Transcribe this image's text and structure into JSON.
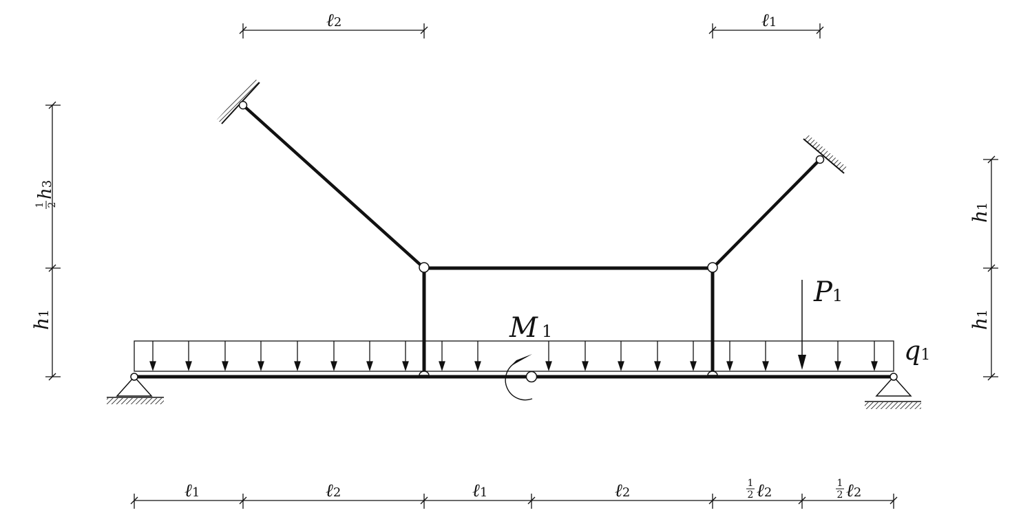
{
  "colors": {
    "ink": "#111111",
    "background": "#ffffff"
  },
  "labels": {
    "top_l2": {
      "sym": "ℓ",
      "sub": "2"
    },
    "top_l1": {
      "sym": "ℓ",
      "sub": "1"
    },
    "left_upper": {
      "frac_num": "1",
      "frac_den": "2",
      "sym": "h",
      "sub": "3"
    },
    "left_lower": {
      "sym": "h",
      "sub": "1"
    },
    "right_upper": {
      "sym": "h",
      "sub": "1"
    },
    "right_lower": {
      "sym": "h",
      "sub": "1"
    },
    "moment": {
      "sym": "M",
      "sub": "1"
    },
    "point_load": {
      "sym": "P",
      "sub": "1"
    },
    "dist_load": {
      "sym": "q",
      "sub": "1"
    },
    "bottom": [
      {
        "sym": "ℓ",
        "sub": "1"
      },
      {
        "sym": "ℓ",
        "sub": "2"
      },
      {
        "sym": "ℓ",
        "sub": "1"
      },
      {
        "sym": "ℓ",
        "sub": "2"
      },
      {
        "frac_num": "1",
        "frac_den": "2",
        "sym": "ℓ",
        "sub": "2"
      },
      {
        "frac_num": "1",
        "frac_den": "2",
        "sym": "ℓ",
        "sub": "2"
      }
    ]
  }
}
